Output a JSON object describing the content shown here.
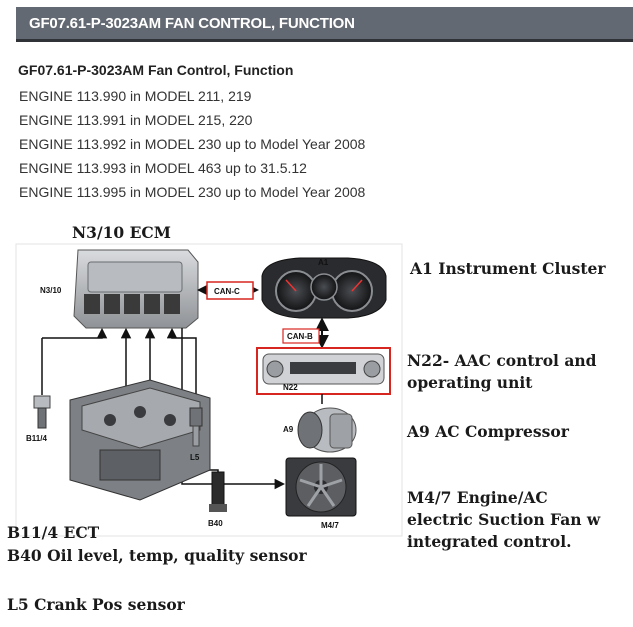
{
  "header": {
    "title": "GF07.61-P-3023AM FAN CONTROL, FUNCTION"
  },
  "document": {
    "title": "GF07.61-P-3023AM Fan Control, Function",
    "engines": [
      "ENGINE 113.990 in MODEL 211, 219",
      "ENGINE 113.991 in MODEL 215, 220",
      "ENGINE 113.992 in MODEL 230 up to Model Year 2008",
      "ENGINE 113.993 in MODEL 463 up to 31.5.12",
      "ENGINE 113.995 in MODEL 230 up to Model Year 2008"
    ]
  },
  "diagram": {
    "labels": {
      "ecm": "N3/10",
      "cluster": "A1",
      "can_c": "CAN-C",
      "can_b": "CAN-B",
      "aac": "N22",
      "compressor": "A9",
      "ect": "B11/4",
      "crank": "L5",
      "oil": "B40",
      "fan": "M4/7"
    },
    "colors": {
      "highlight": "#d7261f",
      "metal": "#8a8d92",
      "dark": "#2b2b2b"
    }
  },
  "callouts": {
    "ecm": "N3/10 ECM",
    "cluster": "A1 Instrument Cluster",
    "aac_line1": "N22- AAC control and",
    "aac_line2": "operating unit",
    "compressor": "A9 AC Compressor",
    "fan_line1": "M4/7 Engine/AC",
    "fan_line2": "electric Suction Fan w",
    "fan_line3": "integrated control.",
    "ect": "B11/4 ECT",
    "oil": "B40 Oil level, temp, quality sensor",
    "crank": "L5 Crank Pos sensor"
  }
}
